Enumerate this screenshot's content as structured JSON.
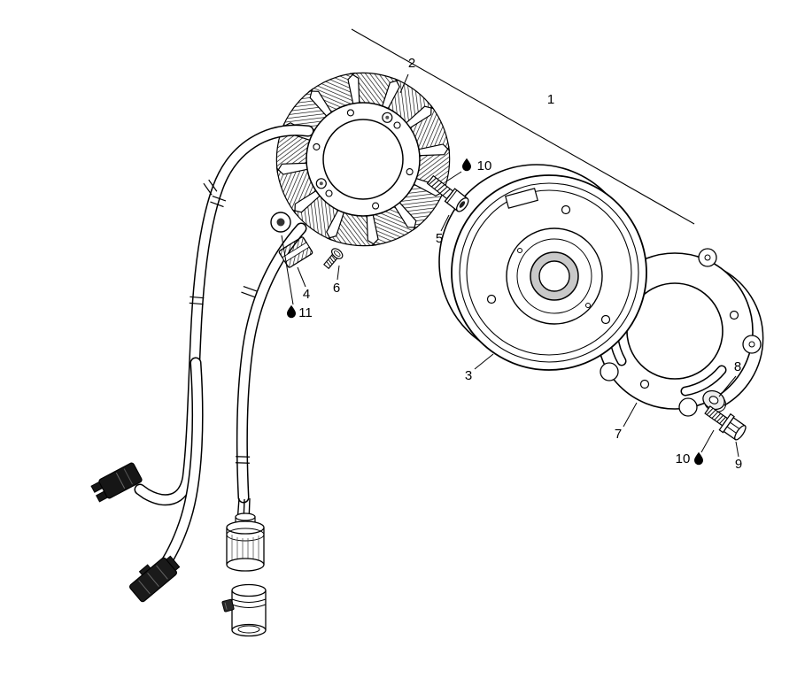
{
  "diagram": {
    "background_color": "#ffffff",
    "line_color": "#000000",
    "description_visible_text_only": true,
    "callouts": {
      "c1": "1",
      "c2": "2",
      "c3": "3",
      "c4": "4",
      "c5": "5",
      "c6": "6",
      "c7": "7",
      "c8": "8",
      "c9": "9",
      "c10a": "10",
      "c10b": "10",
      "c11": "11"
    },
    "icons": {
      "oil_drop": "oil-drop"
    }
  }
}
